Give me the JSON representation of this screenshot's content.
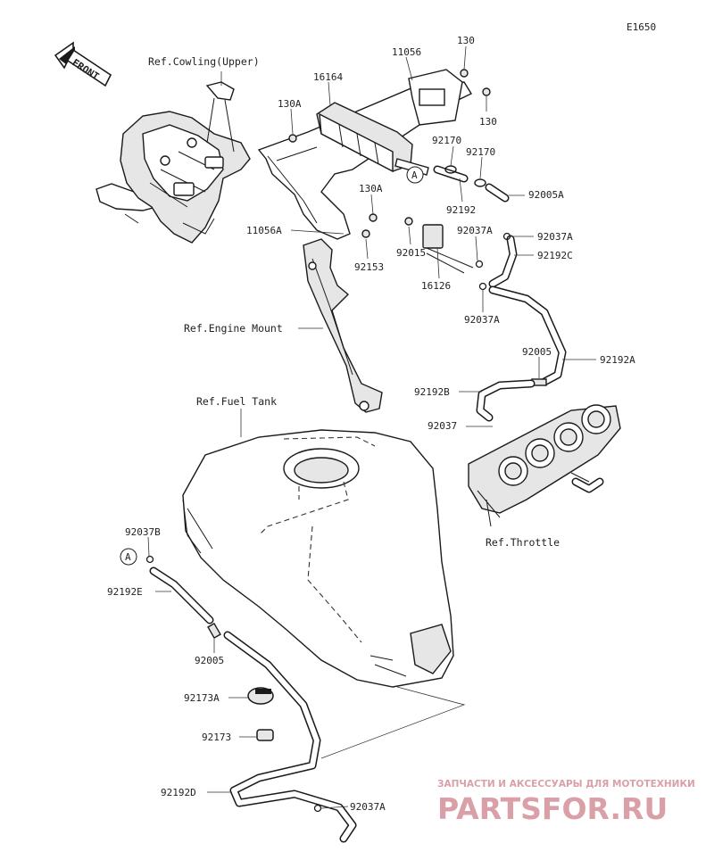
{
  "diagram_code": "E1650",
  "front_label": "FRONT",
  "callout_marker": "A",
  "references": {
    "cowling": "Ref.Cowling(Upper)",
    "engine_mount": "Ref.Engine Mount",
    "fuel_tank": "Ref.Fuel Tank",
    "throttle": "Ref.Throttle"
  },
  "part_labels": {
    "p11056": "11056",
    "p130_top": "130",
    "p130_right": "130",
    "p16164": "16164",
    "p130A_left": "130A",
    "p92170_a": "92170",
    "p92170_b": "92170",
    "p92192": "92192",
    "p92005A": "92005A",
    "p130A_mid": "130A",
    "p11056A": "11056A",
    "p92037A_a": "92037A",
    "p92037A_right": "92037A",
    "p92015": "92015",
    "p92153": "92153",
    "p92192C": "92192C",
    "p16126": "16126",
    "p92037A_b": "92037A",
    "p92005_right": "92005",
    "p92192A": "92192A",
    "p92192B": "92192B",
    "p92037": "92037",
    "p92037B": "92037B",
    "p92192E": "92192E",
    "p92005_left": "92005",
    "p92173A": "92173A",
    "p92173": "92173",
    "p92192D": "92192D",
    "p92037A_bottom": "92037A"
  },
  "watermark": {
    "caption": "ЗАПЧАСТИ И АКСЕССУАРЫ ДЛЯ МОТОТЕХНИКИ",
    "brand": "PARTSFOR.RU",
    "color": "#d9a0a8"
  }
}
